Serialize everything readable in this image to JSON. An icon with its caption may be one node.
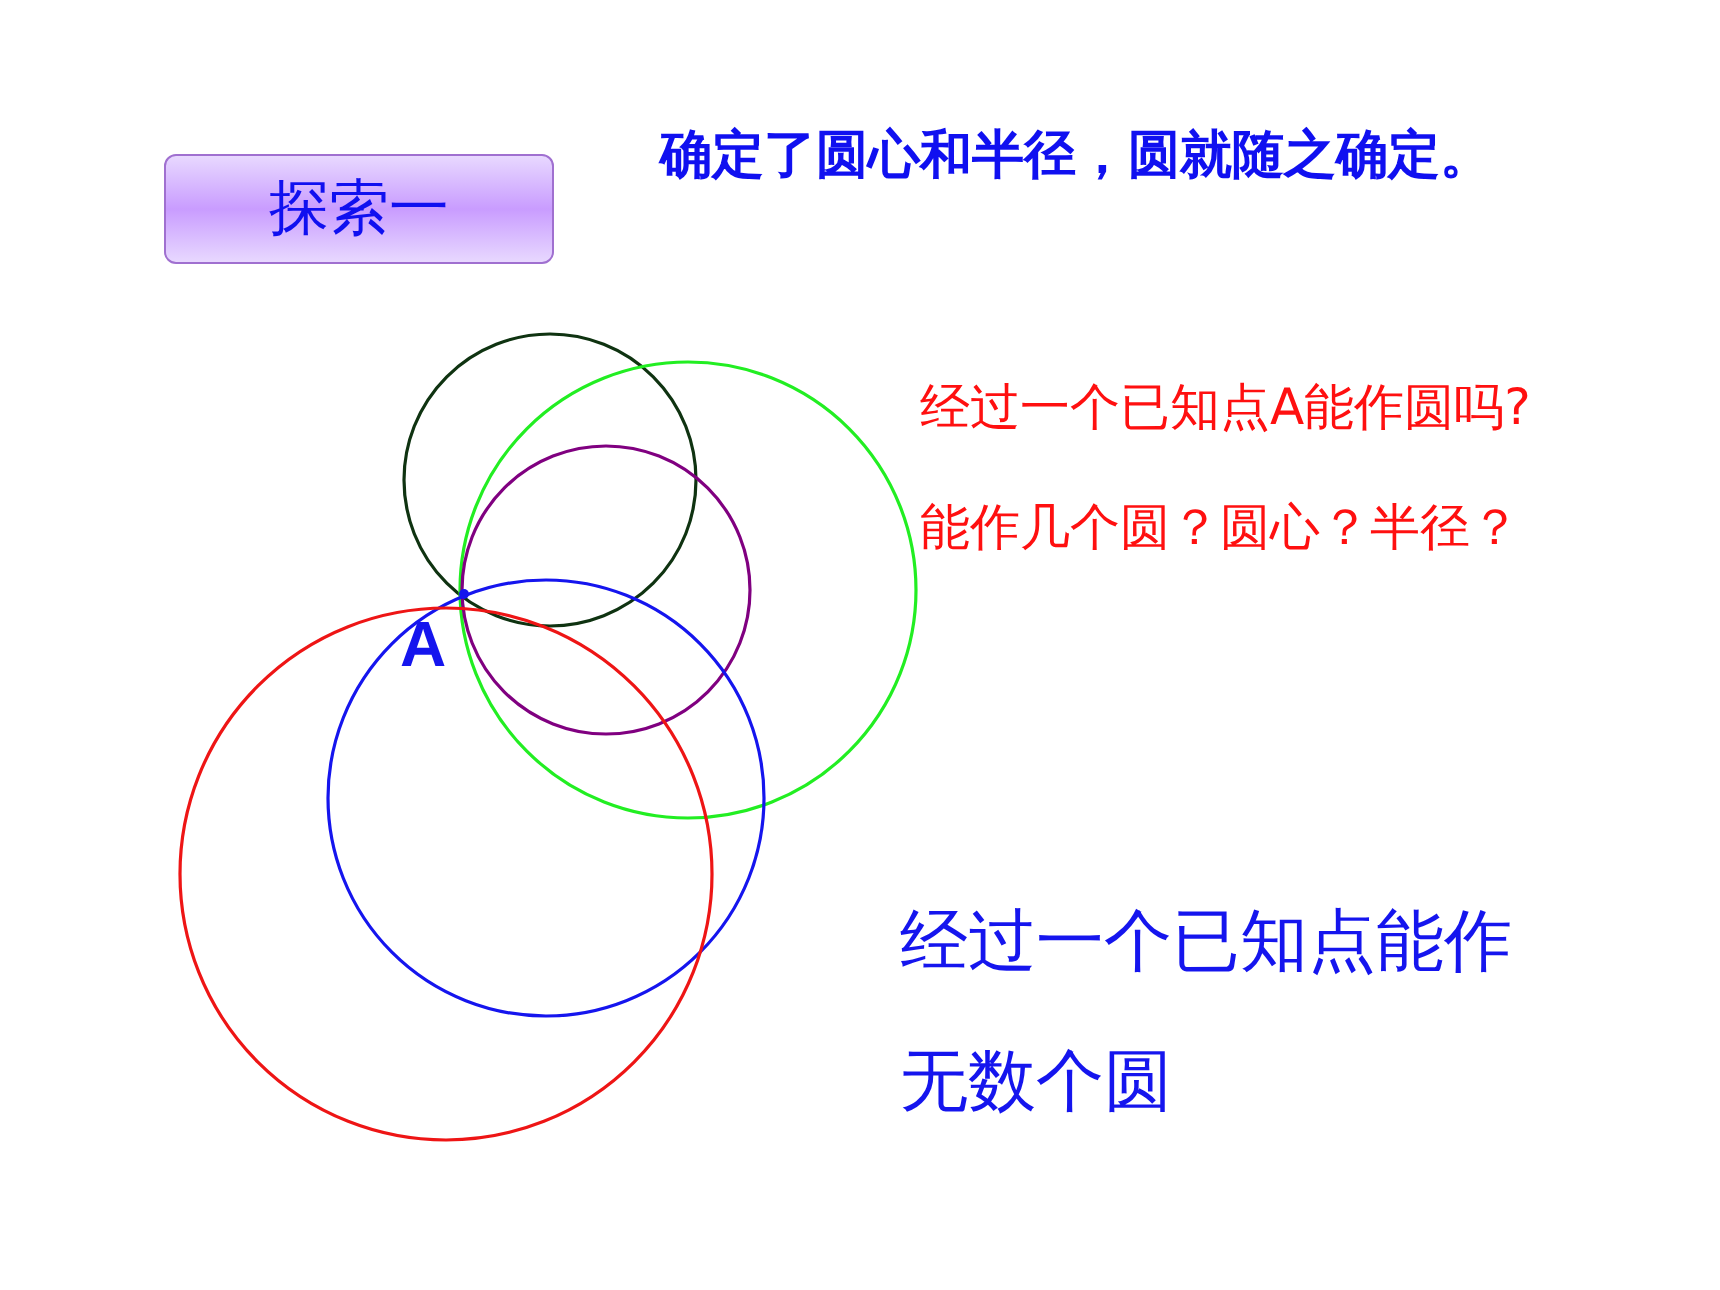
{
  "diagram": {
    "nodes": [
      {
        "text": [
          "探索一"
        ]
      }
    ],
    "labels": [
      "确定了圆心和半径，圆就随之确定。",
      "经过一个已知点A能作圆吗?",
      "能作几个圆？圆心？半径？",
      "A",
      "经过一个已知点能作无数个圆"
    ]
  }
}
